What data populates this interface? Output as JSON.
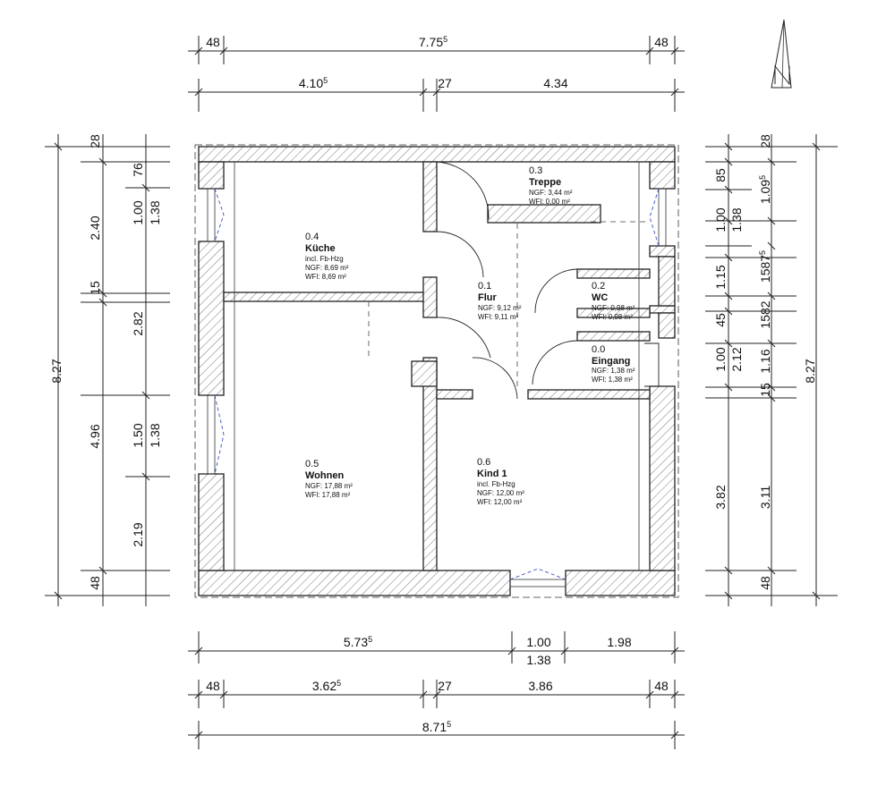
{
  "dimensions": {
    "top_overall": {
      "main": "7.75",
      "sup": "5"
    },
    "top_wall_left": "48",
    "top_wall_right": "48",
    "top_left": {
      "main": "4.10",
      "sup": "5"
    },
    "top_inner": "27",
    "top_right": "4.34",
    "left_overall": "8.27",
    "left_chain_a": [
      "28",
      "2.40",
      "15",
      "2.82",
      "4.96",
      "2.19",
      "48"
    ],
    "left_chain_b": [
      "76",
      "1.00",
      "1.38",
      "1.50",
      "1.38"
    ],
    "right_chain_a": [
      "28",
      "85",
      "1.00",
      "1.15",
      "45",
      "1.00",
      "2.12",
      "3.82",
      "48"
    ],
    "right_chain_b": [
      "1.09",
      "1.38",
      "1587",
      "1582",
      "1.16",
      "15",
      "3.11"
    ],
    "right_sup_a": "5",
    "right_sup_b": "5",
    "right_overall": "8.27",
    "bottom_first": {
      "main": "5.73",
      "sup": "5"
    },
    "bottom_opening": "1.00",
    "bottom_opening_height": "1.38",
    "bottom_rest": "1.98",
    "bottom_wall_left": "48",
    "bottom_wall_right": "48",
    "bottom_left": {
      "main": "3.62",
      "sup": "5"
    },
    "bottom_inner": "27",
    "bottom_right": "3.86",
    "bottom_overall": {
      "main": "8.71",
      "sup": "5"
    }
  },
  "rooms": [
    {
      "id": "r04",
      "number": "0.4",
      "name": "Küche",
      "note": "incl. Fb-Hzg",
      "ngf": "NGF: 8,69 m²",
      "wfl": "WFl: 8,69 m²"
    },
    {
      "id": "r03",
      "number": "0.3",
      "name": "Treppe",
      "note": "",
      "ngf": "NGF: 3,44 m²",
      "wfl": "WFl: 0,00 m²"
    },
    {
      "id": "r01",
      "number": "0.1",
      "name": "Flur",
      "note": "",
      "ngf": "NGF: 9,12 m²",
      "wfl": "WFl: 9,11 m²"
    },
    {
      "id": "r02",
      "number": "0.2",
      "name": "WC",
      "note": "",
      "ngf": "NGF: 0,98 m²",
      "wfl": "WFl: 0,98 m²"
    },
    {
      "id": "r00",
      "number": "0.0",
      "name": "Eingang",
      "note": "",
      "ngf": "NGF: 1,38 m²",
      "wfl": "WFl: 1,38 m²"
    },
    {
      "id": "r05",
      "number": "0.5",
      "name": "Wohnen",
      "note": "",
      "ngf": "NGF: 17,88 m²",
      "wfl": "WFl: 17,88 m²"
    },
    {
      "id": "r06",
      "number": "0.6",
      "name": "Kind 1",
      "note": "incl. Fb-Hzg",
      "ngf": "NGF: 12,00 m²",
      "wfl": "WFl: 12,00 m²"
    }
  ]
}
